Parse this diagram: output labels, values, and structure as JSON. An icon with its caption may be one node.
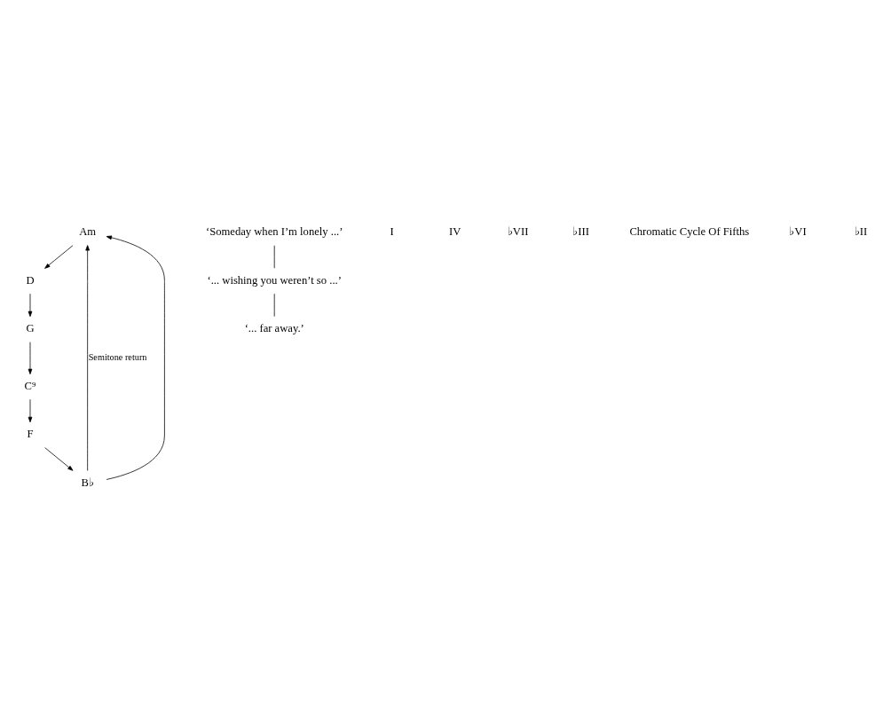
{
  "diagram": {
    "nodes": [
      {
        "text": [
          "Am"
        ]
      },
      {
        "text": [
          "D"
        ]
      },
      {
        "text": [
          "G"
        ]
      },
      {
        "text": [
          "C⁹"
        ]
      },
      {
        "text": [
          "F"
        ]
      },
      {
        "text": [
          "B♭"
        ]
      },
      {
        "text": [
          "‘Someday when I’m lonely ...’"
        ]
      },
      {
        "text": [
          "‘... wishing you weren’t so ...’"
        ]
      },
      {
        "text": [
          "‘... far away.’"
        ]
      }
    ],
    "edges": [
      {
        "from": 0,
        "to": 1,
        "arrow": "to"
      },
      {
        "from": 1,
        "to": 2,
        "arrow": "to"
      },
      {
        "from": 2,
        "to": 3,
        "arrow": "to"
      },
      {
        "from": 3,
        "to": 4,
        "arrow": "to"
      },
      {
        "from": 4,
        "to": 5,
        "arrow": "to"
      },
      {
        "from": 5,
        "to": 0,
        "arrow": "to",
        "label": "Semitone return"
      },
      {
        "from": 5,
        "to": 0,
        "arrow": "to"
      },
      {
        "from": 6,
        "to": 7,
        "arrow": "none"
      },
      {
        "from": 7,
        "to": 8,
        "arrow": "none"
      }
    ],
    "labels": [
      "I",
      "IV",
      "♭VII",
      "♭III",
      "Chromatic Cycle Of Fifths",
      "♭VI",
      "♭II"
    ]
  }
}
